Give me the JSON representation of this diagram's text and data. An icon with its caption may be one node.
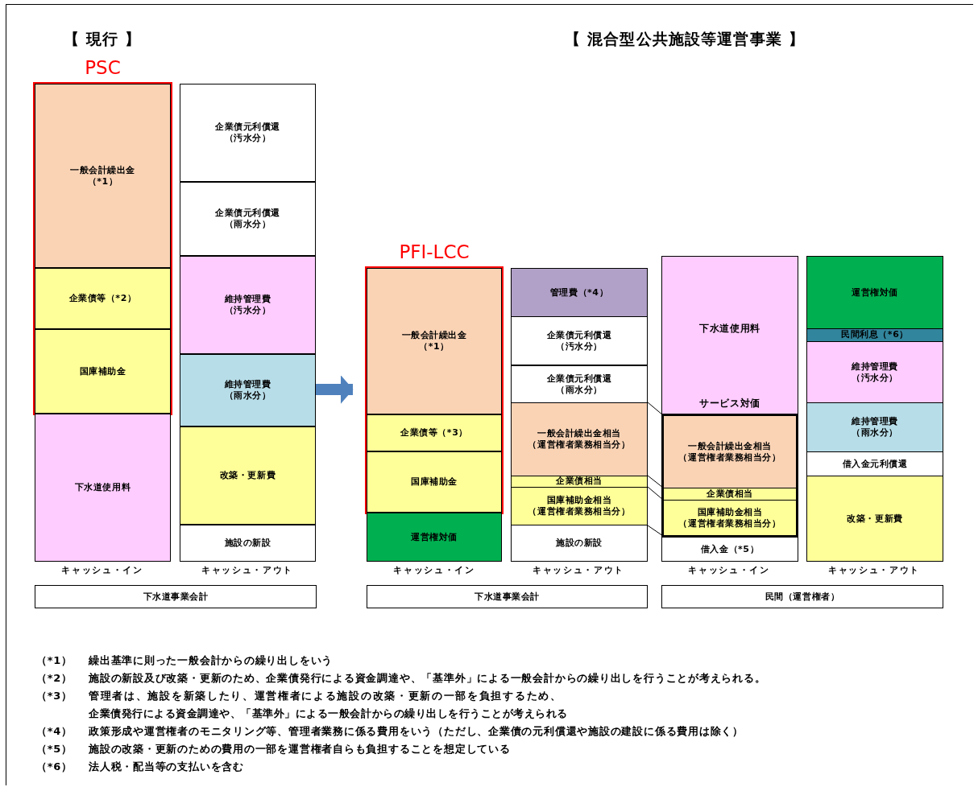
{
  "diagram": {
    "nodes": [
      {
        "text": [
          "PSC"
        ]
      },
      {
        "text": [
          "一般会計繰出金（*1）"
        ],
        "in": 0
      },
      {
        "text": [
          "企業債等（*2）"
        ],
        "in": 0
      },
      {
        "text": [
          "国庫補助金"
        ],
        "in": 0
      },
      {
        "text": [
          "下水道使用料"
        ]
      },
      {
        "text": [
          "企業債元利償還（汚水分）"
        ]
      },
      {
        "text": [
          "企業債元利償還（雨水分）"
        ]
      },
      {
        "text": [
          "維持管理費（汚水分）"
        ]
      },
      {
        "text": [
          "維持管理費（雨水分）"
        ]
      },
      {
        "text": [
          "改築・更新費"
        ]
      },
      {
        "text": [
          "施設の新設"
        ]
      },
      {
        "text": [
          "PFI-LCC"
        ]
      },
      {
        "text": [
          "一般会計繰出金（*1）"
        ],
        "in": 11
      },
      {
        "text": [
          "企業債等（*3）"
        ],
        "in": 11
      },
      {
        "text": [
          "国庫補助金"
        ],
        "in": 11
      },
      {
        "text": [
          "運営権対価"
        ]
      },
      {
        "text": [
          "管理費（*4）"
        ]
      },
      {
        "text": [
          "企業債元利償還（汚水分）"
        ]
      },
      {
        "text": [
          "企業債元利償還（雨水分）"
        ]
      },
      {
        "text": [
          "一般会計繰出金相当（運営権者業務相当分）"
        ]
      },
      {
        "text": [
          "企業債相当"
        ]
      },
      {
        "text": [
          "国庫補助金相当（運営権者業務相当分）"
        ]
      },
      {
        "text": [
          "施設の新設"
        ]
      },
      {
        "text": [
          "下水道使用料",
          "サービス対価"
        ]
      },
      {
        "text": [],
        "shape": "box"
      },
      {
        "text": [
          "一般会計繰出金相当（運営権者業務相当分）"
        ],
        "in": 24
      },
      {
        "text": [
          "企業債相当"
        ],
        "in": 24
      },
      {
        "text": [
          "国庫補助金相当（運営権者業務相当分）"
        ],
        "in": 24
      },
      {
        "text": [
          "借入金（*5）"
        ]
      },
      {
        "text": [
          "運営権対価"
        ]
      },
      {
        "text": [
          "民間利息（*6）"
        ]
      },
      {
        "text": [
          "維持管理費（汚水分）"
        ]
      },
      {
        "text": [
          "維持管理費（雨水分）"
        ]
      },
      {
        "text": [
          "借入金元利償還"
        ]
      },
      {
        "text": [
          "改築・更新費"
        ]
      },
      {
        "text": [
          "下水道事業会計"
        ]
      },
      {
        "text": [
          "下水道事業会計"
        ]
      },
      {
        "text": [
          "民間（運営権者）"
        ]
      }
    ],
    "edges": [
      {
        "from": 8,
        "to": 11,
        "arrow": "to",
        "style": "thick",
        "color": "#4f81bd"
      },
      {
        "from": 19,
        "to": 25,
        "arrow": "none"
      },
      {
        "from": 20,
        "to": 26,
        "arrow": "none"
      },
      {
        "from": 21,
        "to": 27,
        "arrow": "none"
      },
      {
        "from": 21,
        "to": 27,
        "arrow": "none"
      }
    ],
    "labels": [
      "【 現行 】",
      "【 混合型公共施設等運営事業 】",
      "キャッシュ・イン",
      "キャッシュ・アウト",
      "キャッシュ・イン",
      "キャッシュ・アウト",
      "キャッシュ・イン",
      "キャッシュ・アウト",
      "（*1）",
      "繰出基準に則った一般会計からの繰り出しをいう",
      "（*2）",
      "施設の新設及び改築・更新のため、企業債発行による資金調達や、「基準外」による一般会計からの繰り出しを行うことが考えられる。",
      "（*3）",
      "管理者は、施設を新築したり、運営権者による施設の改築・更新の一部を負担するため、企業債発行による資金調達や、「基準外」による一般会計からの繰り出しを行うことが考えられる",
      "（*4）",
      "政策形成や運営権者のモニタリング等、管理者業務に係る費用をいう（ただし、企業債の元利償還や施設の建設に係る費用は除く）",
      "（*5）",
      "施設の改築・更新のための費用の一部を運営権者自らも負担することを想定している",
      "（*6）",
      "法人税・配当等の支払いを含む"
    ]
  }
}
